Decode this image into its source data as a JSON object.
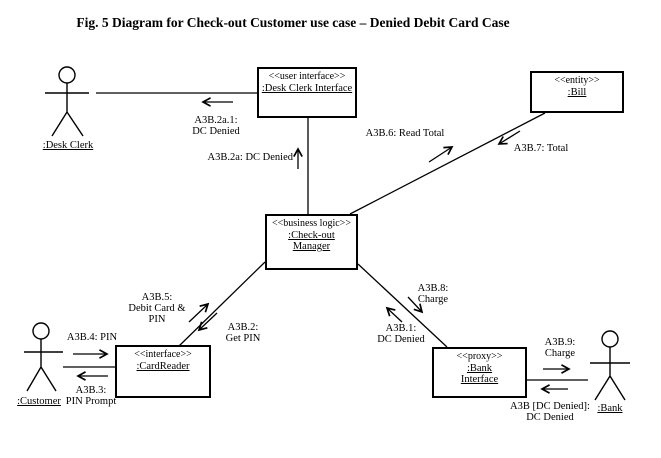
{
  "title": "Fig. 5 Diagram for Check-out Customer use case – Denied Debit Card Case",
  "colors": {
    "ink": "#000000",
    "background": "#ffffff"
  },
  "nodes": {
    "desk_clerk_interface": {
      "stereotype": "<<user interface>>",
      "name": ":Desk Clerk Interface"
    },
    "bill": {
      "stereotype": "<<entity>>",
      "name": ":Bill"
    },
    "checkout_manager": {
      "stereotype": "<<business logic>>",
      "name1": ":Check-out",
      "name2": "Manager"
    },
    "card_reader": {
      "stereotype": "<<interface>>",
      "name": ":CardReader"
    },
    "bank_interface": {
      "stereotype": "<<proxy>>",
      "name1": ":Bank",
      "name2": "Interface"
    }
  },
  "actors": {
    "desk_clerk": ":Desk Clerk",
    "customer": ":Customer",
    "bank": ":Bank"
  },
  "messages": {
    "m2a1": {
      "l1": "A3B.2a.1:",
      "l2": "DC Denied"
    },
    "m2a": {
      "l1": "A3B.2a: DC Denied"
    },
    "m6": {
      "l1": "A3B.6: Read Total"
    },
    "m7": {
      "l1": "A3B.7: Total"
    },
    "m5": {
      "l1": "A3B.5:",
      "l2": "Debit Card &",
      "l3": "PIN"
    },
    "m2": {
      "l1": "A3B.2:",
      "l2": "Get PIN"
    },
    "m8": {
      "l1": "A3B.8:",
      "l2": "Charge"
    },
    "m1": {
      "l1": "A3B.1:",
      "l2": "DC Denied"
    },
    "m4": {
      "l1": "A3B.4: PIN"
    },
    "m3": {
      "l1": "A3B.3:",
      "l2": "PIN Prompt"
    },
    "m9": {
      "l1": "A3B.9:",
      "l2": "Charge"
    },
    "mdc": {
      "l1": "A3B [DC Denied]:",
      "l2": "DC Denied"
    }
  }
}
